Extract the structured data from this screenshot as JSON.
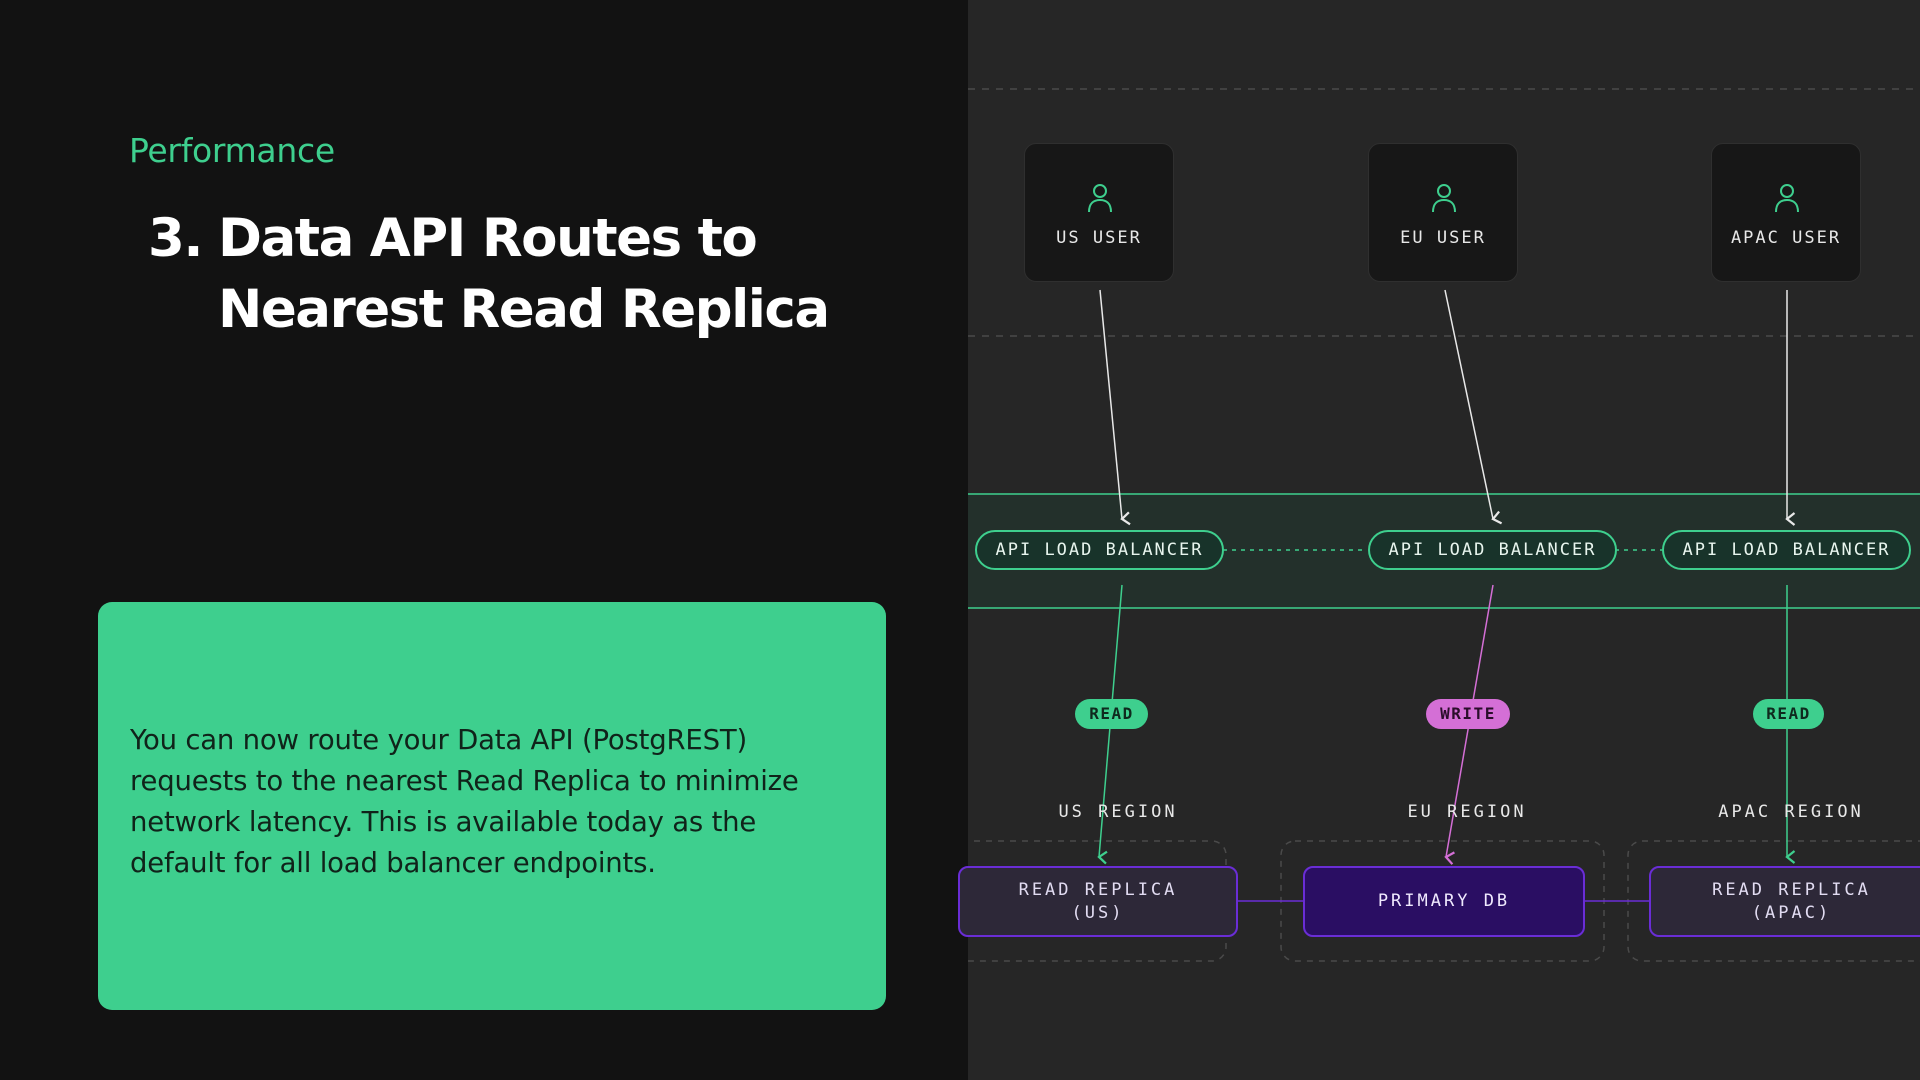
{
  "eyebrow": "Performance",
  "title": {
    "number": "3.",
    "line1": "Data API Routes to",
    "line2": "Nearest Read Replica"
  },
  "description": "You can now route your Data API (PostgREST) requests to the nearest Read Replica to minimize network latency. This is available today as the default for all load balancer endpoints.",
  "colors": {
    "accent": "#3ecf8e",
    "write": "#d46fd6",
    "db_border": "#6a2dd6",
    "primary_db": "#2a0e63"
  },
  "diagram": {
    "users": [
      {
        "label": "US USER",
        "icon": "user-icon"
      },
      {
        "label": "EU USER",
        "icon": "user-icon"
      },
      {
        "label": "APAC USER",
        "icon": "user-icon"
      }
    ],
    "load_balancers": [
      "API LOAD BALANCER",
      "API LOAD BALANCER",
      "API LOAD BALANCER"
    ],
    "connections": [
      "READ",
      "WRITE",
      "READ"
    ],
    "regions": [
      "US REGION",
      "EU REGION",
      "APAC REGION"
    ],
    "databases": [
      {
        "line1": "READ REPLICA",
        "line2": "(US)"
      },
      {
        "line1": "PRIMARY DB",
        "line2": ""
      },
      {
        "line1": "READ REPLICA",
        "line2": "(APAC)"
      }
    ]
  }
}
